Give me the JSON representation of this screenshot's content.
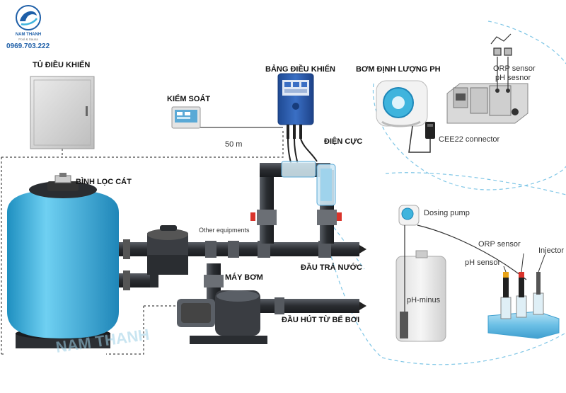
{
  "brand": {
    "name": "NAM THANH",
    "tagline": "Pool & Sauna",
    "phone": "0969.703.222"
  },
  "labels": {
    "tu_dieu_khien": "TỦ ĐIỀU KHIỂN",
    "kiem_soat": "KIỂM SOÁT",
    "bang_dieu_khien": "BẢNG ĐIỀU KHIỂN",
    "bom_dinh_luong": "BƠM ĐỊNH LƯỢNG PH",
    "orp_sensor_top": "ORP sensor",
    "ph_sensor_top": "pH sesnor",
    "cee22": "CEE22 connector",
    "distance": "50 m",
    "dien_cuc": "ĐIỆN CỰC",
    "binh_loc_cat": "BÌNH LỌC CÁT",
    "other_equipments": "Other equipments",
    "dau_tra_nuoc": "ĐẦU TRẢ NƯỚC",
    "may_bom": "MÁY BƠM",
    "dau_hut": "ĐẦU HÚT TỪ BỂ BƠI",
    "dosing_pump": "Dosing pump",
    "ph_minus": "pH-minus",
    "orp_sensor": "ORP sensor",
    "ph_sensor": "pH sensor",
    "injector": "Injector"
  },
  "colors": {
    "filter_blue": "#3fb4dd",
    "panel_blue": "#2c5aa8",
    "pipe_dark": "#3a3d42",
    "cabinet_grey": "#d6d6d6",
    "accent_dashed": "#7fc6e6"
  }
}
